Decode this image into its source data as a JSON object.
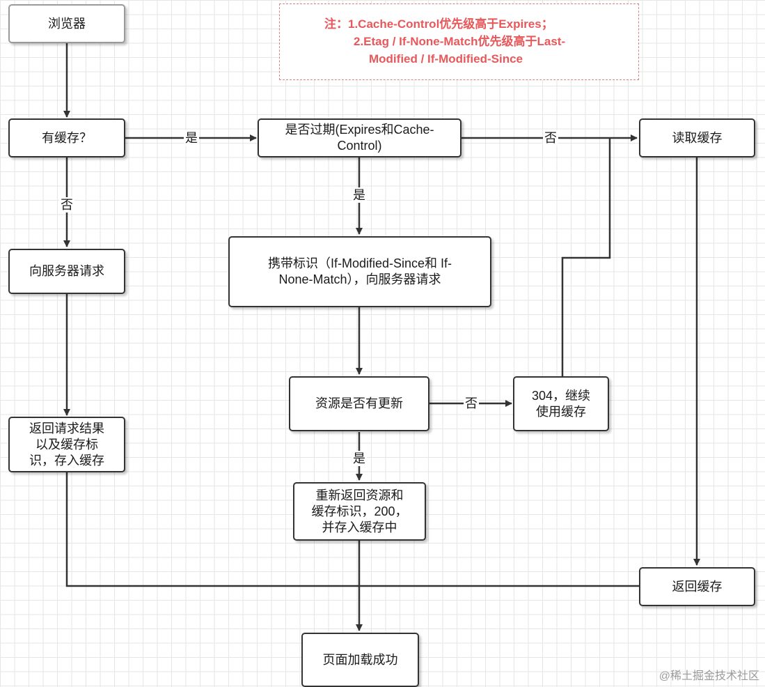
{
  "note": {
    "line1": "注：1.Cache-Control优先级高于Expires；",
    "line2": "2.Etag / If-None-Match优先级高于Last-",
    "line3": "Modified / If-Modified-Since"
  },
  "nodes": {
    "browser": "浏览器",
    "has_cache": "有缓存？",
    "expired_check": "是否过期(Expires和Cache-\nControl)",
    "read_cache": "读取缓存",
    "request_server": "向服务器请求",
    "conditional_request": "携带标识（If-Modified-Since和 If-\nNone-Match），向服务器请求",
    "resource_updated": "资源是否有更新",
    "use_cache_304": "304，继续\n使用缓存",
    "return_result": "返回请求结果\n以及缓存标\n识，存入缓存",
    "return_new_200": "重新返回资源和\n缓存标识，200，\n并存入缓存中",
    "return_cache": "返回缓存",
    "page_loaded": "页面加载成功"
  },
  "edge_labels": {
    "yes": "是",
    "no": "否"
  },
  "colors": {
    "node_border": "#333333",
    "note_text": "#e8585a",
    "grid": "#e6e6e6"
  },
  "watermark": "@稀土掘金技术社区"
}
